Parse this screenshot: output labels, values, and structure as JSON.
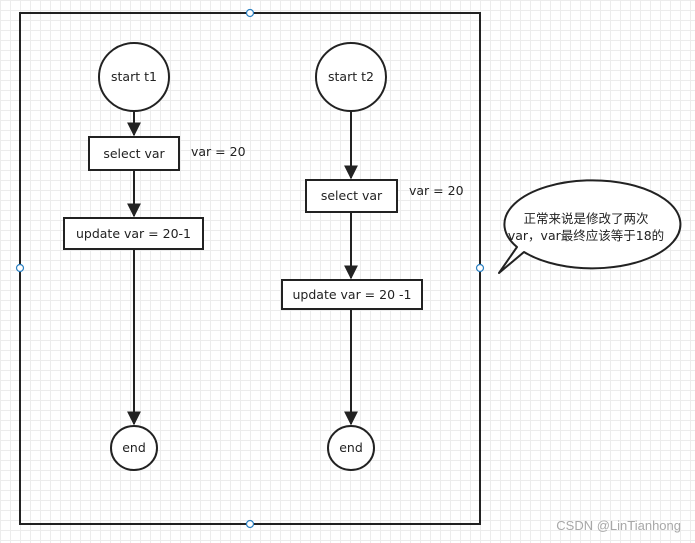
{
  "flow_t1": {
    "start": "start t1",
    "select": "select var",
    "select_note": "var = 20",
    "update": "update var = 20-1",
    "end": "end"
  },
  "flow_t2": {
    "start": "start t2",
    "select": "select var",
    "select_note": "var = 20",
    "update": "update var = 20 -1",
    "end": "end"
  },
  "callout": {
    "line1": "正常来说是修改了两次",
    "line2": "var，var最终应该等于18的"
  },
  "watermark": "CSDN @LinTianhong",
  "colors": {
    "stroke": "#222222",
    "handle": "#2a7fc1",
    "grid": "#ececec"
  }
}
